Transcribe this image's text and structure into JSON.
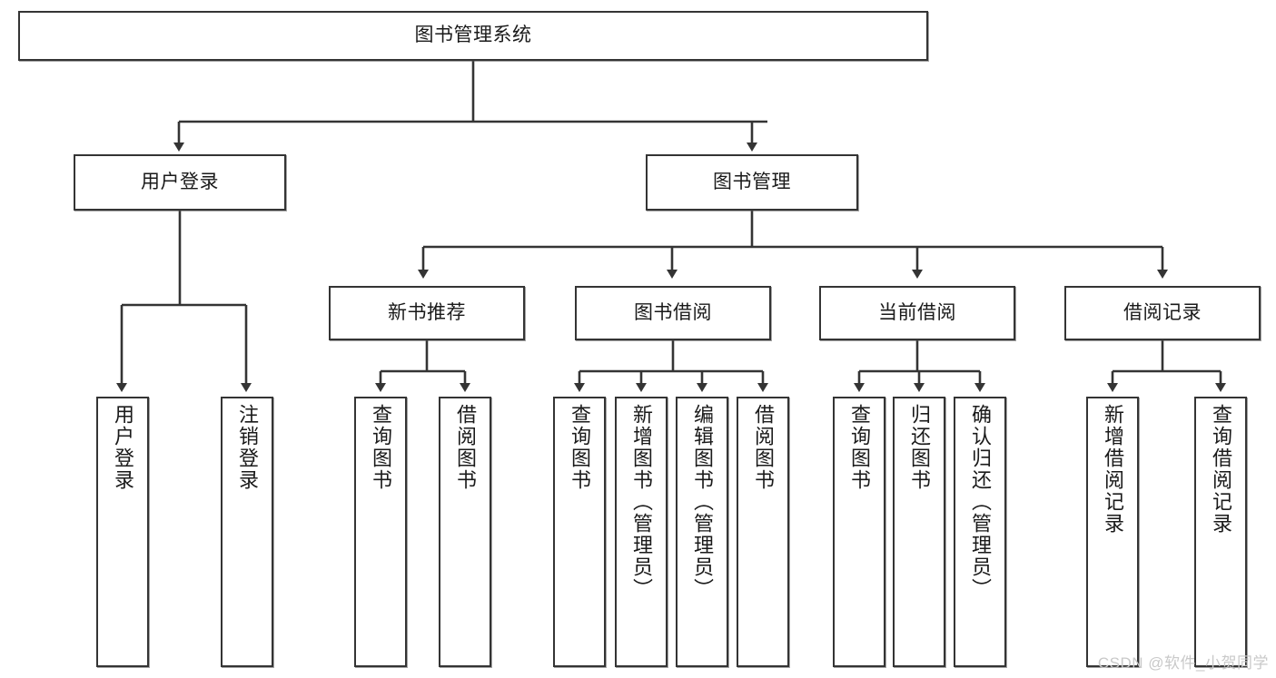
{
  "diagram": {
    "title": "图书管理系统",
    "type": "tree",
    "watermark": "CSDN @软件_小贺同学",
    "colors": {
      "box_border": "#343434",
      "box_fill": "#ffffff",
      "connector": "#343434",
      "text": "#1a1a1a",
      "watermark": "#c9c9c9",
      "background": "#ffffff"
    },
    "root": {
      "label": "图书管理系统"
    },
    "level2": [
      {
        "label": "用户登录"
      },
      {
        "label": "图书管理"
      }
    ],
    "level3": [
      {
        "label": "新书推荐"
      },
      {
        "label": "图书借阅"
      },
      {
        "label": "当前借阅"
      },
      {
        "label": "借阅记录"
      }
    ],
    "leaves": {
      "user_login": [
        {
          "label": "用户登录"
        },
        {
          "label": "注销登录"
        }
      ],
      "new_book_recommend": [
        {
          "label": "查询图书"
        },
        {
          "label": "借阅图书"
        }
      ],
      "book_borrow": [
        {
          "label": "查询图书"
        },
        {
          "label": "新增图书（管理员）"
        },
        {
          "label": "编辑图书（管理员）"
        },
        {
          "label": "借阅图书"
        }
      ],
      "current_borrow": [
        {
          "label": "查询图书"
        },
        {
          "label": "归还图书"
        },
        {
          "label": "确认归还（管理员）"
        }
      ],
      "borrow_record": [
        {
          "label": "新增借阅记录"
        },
        {
          "label": "查询借阅记录"
        }
      ]
    }
  }
}
